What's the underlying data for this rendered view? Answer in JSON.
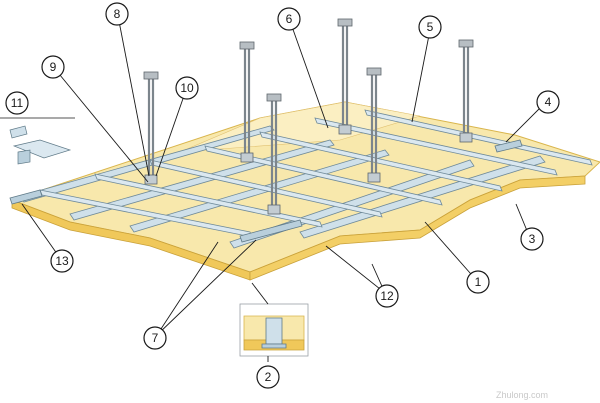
{
  "callouts": [
    {
      "id": "c1",
      "label": "1"
    },
    {
      "id": "c2",
      "label": "2"
    },
    {
      "id": "c3",
      "label": "3"
    },
    {
      "id": "c4",
      "label": "4"
    },
    {
      "id": "c5",
      "label": "5"
    },
    {
      "id": "c6",
      "label": "6"
    },
    {
      "id": "c7",
      "label": "7"
    },
    {
      "id": "c8",
      "label": "8"
    },
    {
      "id": "c9",
      "label": "9"
    },
    {
      "id": "c10",
      "label": "10"
    },
    {
      "id": "c11",
      "label": "11"
    },
    {
      "id": "c12",
      "label": "12"
    },
    {
      "id": "c13",
      "label": "13"
    }
  ],
  "watermark": "Zhulong.com",
  "colors": {
    "panel": "#f7e6a8",
    "panel_edge": "#e8c766",
    "profile": "#c9dbe6",
    "profile_dark": "#8fa7b5",
    "hanger": "#9aa0a6"
  }
}
